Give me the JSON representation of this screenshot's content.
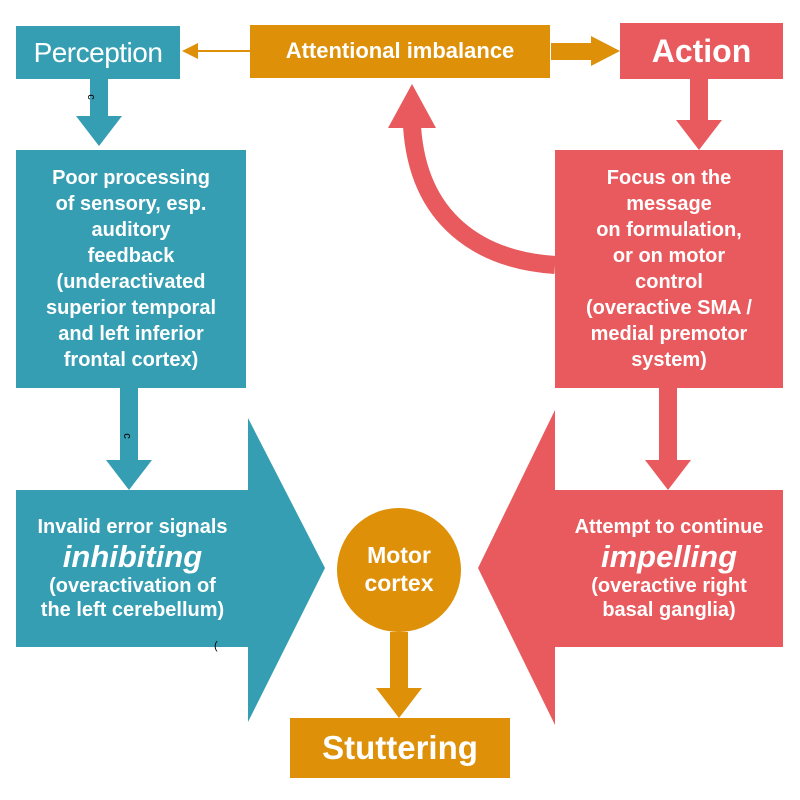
{
  "nodes": {
    "perception": "Perception",
    "attentional_imbalance": "Attentional imbalance",
    "action": "Action",
    "poor_processing": [
      "Poor processing",
      "of sensory, esp.",
      "auditory",
      "feedback",
      "(underactivated",
      "superior temporal",
      "and left inferior",
      "frontal cortex)"
    ],
    "focus": [
      "Focus on the",
      "message",
      "on formulation,",
      "or on motor",
      "control",
      "(overactive SMA /",
      "medial premotor",
      "system)"
    ],
    "invalid_error": {
      "line1": "Invalid error signals",
      "emphasis": "inhibiting",
      "line3": "(overactivation of",
      "line4": "the left cerebellum)"
    },
    "attempt": {
      "line1": "Attempt to continue",
      "emphasis": "impelling",
      "line3": "(overactive right",
      "line4": "basal ganglia)"
    },
    "motor_cortex": [
      "Motor",
      "cortex"
    ],
    "stuttering": "Stuttering"
  },
  "stray_marks": [
    "c",
    "c",
    "("
  ],
  "colors": {
    "teal": "#359eb2",
    "red": "#e85a5d",
    "orange": "#dd9008",
    "text": "#ffffff"
  }
}
